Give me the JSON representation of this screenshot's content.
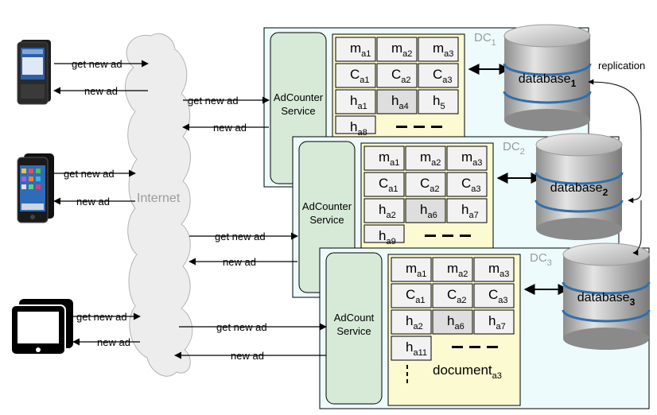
{
  "internet_label": "Internet",
  "replication_label": "replication",
  "client_arrows": {
    "get_new_ad": "get new ad",
    "new_ad": "new ad"
  },
  "datacenters": [
    {
      "id": "DC",
      "index": "1",
      "service_lines": [
        "AdCounter",
        "Service"
      ],
      "database": {
        "name": "database",
        "index": "1"
      },
      "rows": [
        [
          {
            "base": "m",
            "sub": "a1"
          },
          {
            "base": "m",
            "sub": "a2"
          },
          {
            "base": "m",
            "sub": "a3"
          }
        ],
        [
          {
            "base": "C",
            "sub": "a1"
          },
          {
            "base": "C",
            "sub": "a2"
          },
          {
            "base": "C",
            "sub": "a3"
          }
        ],
        [
          {
            "base": "h",
            "sub": "a1"
          },
          {
            "base": "h",
            "sub": "a4"
          },
          {
            "base": "h",
            "sub": "5"
          }
        ]
      ],
      "extra": {
        "base": "h",
        "sub": "a8"
      }
    },
    {
      "id": "DC",
      "index": "2",
      "service_lines": [
        "AdCounter",
        "Service"
      ],
      "database": {
        "name": "database",
        "index": "2"
      },
      "rows": [
        [
          {
            "base": "m",
            "sub": "a1"
          },
          {
            "base": "m",
            "sub": "a2"
          },
          {
            "base": "m",
            "sub": "a3"
          }
        ],
        [
          {
            "base": "C",
            "sub": "a1"
          },
          {
            "base": "C",
            "sub": "a2"
          },
          {
            "base": "C",
            "sub": "a3"
          }
        ],
        [
          {
            "base": "h",
            "sub": "a2"
          },
          {
            "base": "h",
            "sub": "a6"
          },
          {
            "base": "h",
            "sub": "a7"
          }
        ]
      ],
      "extra": {
        "base": "h",
        "sub": "a9"
      }
    },
    {
      "id": "DC",
      "index": "3",
      "service_lines": [
        "AdCount",
        "Service"
      ],
      "database": {
        "name": "database",
        "index": "3"
      },
      "rows": [
        [
          {
            "base": "m",
            "sub": "a1"
          },
          {
            "base": "m",
            "sub": "a2"
          },
          {
            "base": "m",
            "sub": "a3"
          }
        ],
        [
          {
            "base": "C",
            "sub": "a1"
          },
          {
            "base": "C",
            "sub": "a2"
          },
          {
            "base": "C",
            "sub": "a3"
          }
        ],
        [
          {
            "base": "h",
            "sub": "a2"
          },
          {
            "base": "h",
            "sub": "a6"
          },
          {
            "base": "h",
            "sub": "a7"
          }
        ]
      ],
      "extra": {
        "base": "h",
        "sub": "a11"
      },
      "document": {
        "base": "document",
        "sub": "a3"
      }
    }
  ],
  "colors": {
    "dc_fill": "#eefbfd",
    "service_fill": "#d7ead8",
    "document_fill": "#fcfad0",
    "cell_fill": "#f2f2f2",
    "cell_dark": "#dedede",
    "cloud_fill": "#ededed",
    "dc_label": "#9a9a9a"
  }
}
